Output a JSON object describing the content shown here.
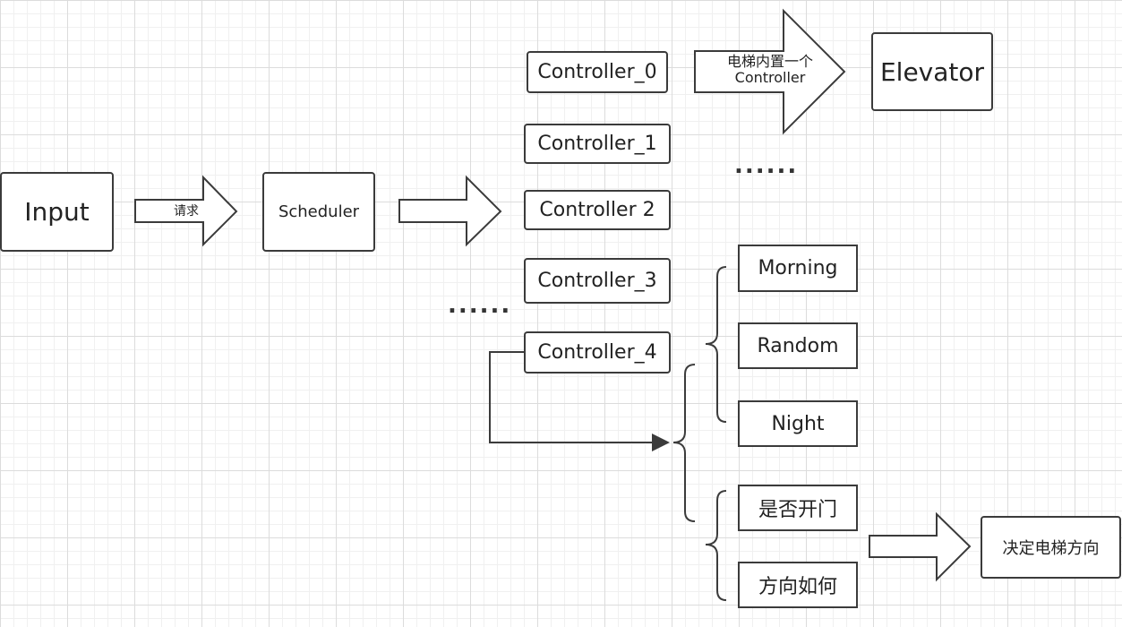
{
  "nodes": {
    "input": "Input",
    "scheduler": "Scheduler",
    "controllers": [
      "Controller_0",
      "Controller_1",
      "Controller 2",
      "Controller_3",
      "Controller_4"
    ],
    "elevator": "Elevator",
    "modes": [
      "Morning",
      "Random",
      "Night"
    ],
    "decisions": [
      "是否开门",
      "方向如何"
    ],
    "result": "决定电梯方向"
  },
  "edges": {
    "input_to_scheduler": "请求",
    "controller_to_elevator_line1": "电梯内置一个",
    "controller_to_elevator_line2": "Controller"
  },
  "ellipsis": {
    "right": "......",
    "left": "......"
  },
  "colors": {
    "stroke": "#3b3b3b",
    "grid_major": "#dcdcdc",
    "grid_minor": "#f0f0f0"
  }
}
